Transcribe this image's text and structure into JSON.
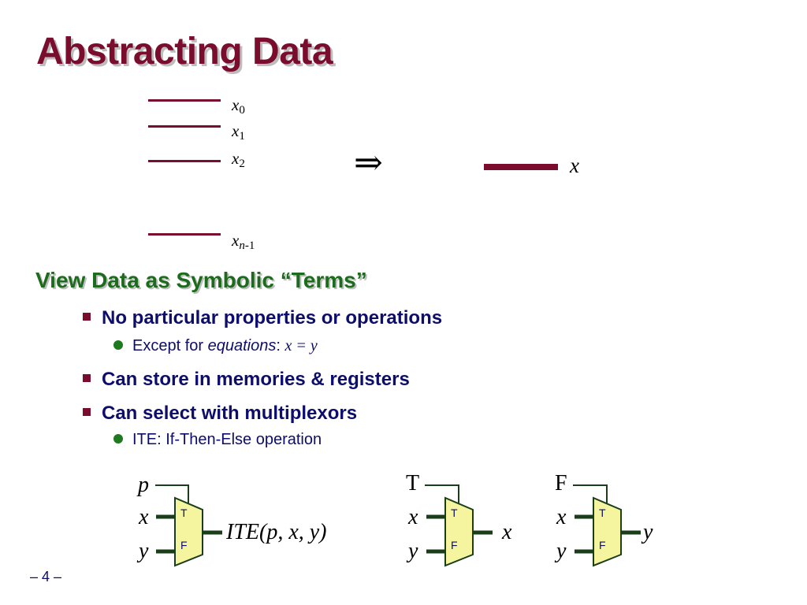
{
  "slide": {
    "title": "Abstracting Data",
    "page_number": "– 4 –"
  },
  "top_diagram": {
    "signals": [
      {
        "base": "x",
        "sub": "0",
        "sub_italic": ""
      },
      {
        "base": "x",
        "sub": "1",
        "sub_italic": ""
      },
      {
        "base": "x",
        "sub": "2",
        "sub_italic": ""
      },
      {
        "base": "x",
        "sub": "-1",
        "sub_italic": "n"
      }
    ],
    "arrow": "⇒",
    "result_label": "x"
  },
  "section": {
    "heading": "View Data as Symbolic “Terms”",
    "bullets": [
      {
        "text": "No particular properties or operations",
        "sub": {
          "prefix": "Except for ",
          "emph": "equations",
          "colon": ": ",
          "equation": "x = y"
        }
      },
      {
        "text": "Can store in memories & registers"
      },
      {
        "text": "Can select with multiplexors",
        "sub": {
          "text": "ITE: If-Then-Else operation"
        }
      }
    ]
  },
  "muxes": [
    {
      "select": "p",
      "in1": "x",
      "in2": "y",
      "t_label": "T",
      "f_label": "F",
      "output": "ITE(p, x, y)"
    },
    {
      "select": "T",
      "in1": "x",
      "in2": "y",
      "t_label": "T",
      "f_label": "F",
      "output": "x"
    },
    {
      "select": "F",
      "in1": "x",
      "in2": "y",
      "t_label": "T",
      "f_label": "F",
      "output": "y"
    }
  ],
  "colors": {
    "title": "#7a0d2e",
    "heading": "#1d6b1d",
    "body_text": "#0d0d6b",
    "wire": "#7a0d2e",
    "mux_wire": "#1a3d1a",
    "mux_fill": "#f5f5a0"
  }
}
